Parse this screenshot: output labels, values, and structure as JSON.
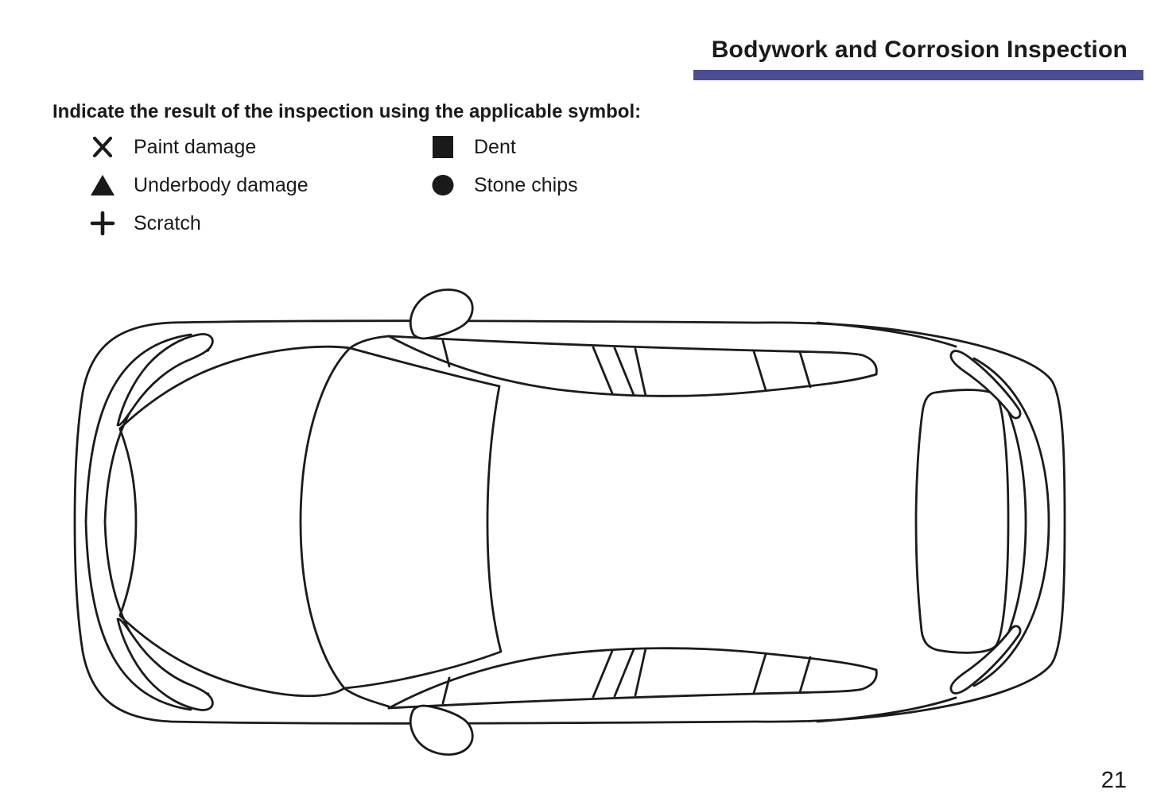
{
  "page": {
    "background": "#ffffff",
    "ink": "#1a1a1a",
    "accent_color": "#4a4e94",
    "page_number": "21"
  },
  "header": {
    "title": "Bodywork and Corrosion Inspection"
  },
  "instruction": "Indicate the result of the inspection using the applicable symbol:",
  "legend": {
    "columns": [
      {
        "items": [
          {
            "symbol": "x-mark",
            "label": "Paint damage"
          },
          {
            "symbol": "filled-triangle",
            "label": "Underbody damage"
          },
          {
            "symbol": "plus",
            "label": "Scratch"
          }
        ]
      },
      {
        "items": [
          {
            "symbol": "filled-square",
            "label": "Dent"
          },
          {
            "symbol": "filled-circle",
            "label": "Stone chips"
          }
        ]
      }
    ]
  },
  "diagram": {
    "name": "car-top-view-outline",
    "description": "Line drawing of a car seen from above (front at left, rear at right) used to mark inspection results"
  }
}
